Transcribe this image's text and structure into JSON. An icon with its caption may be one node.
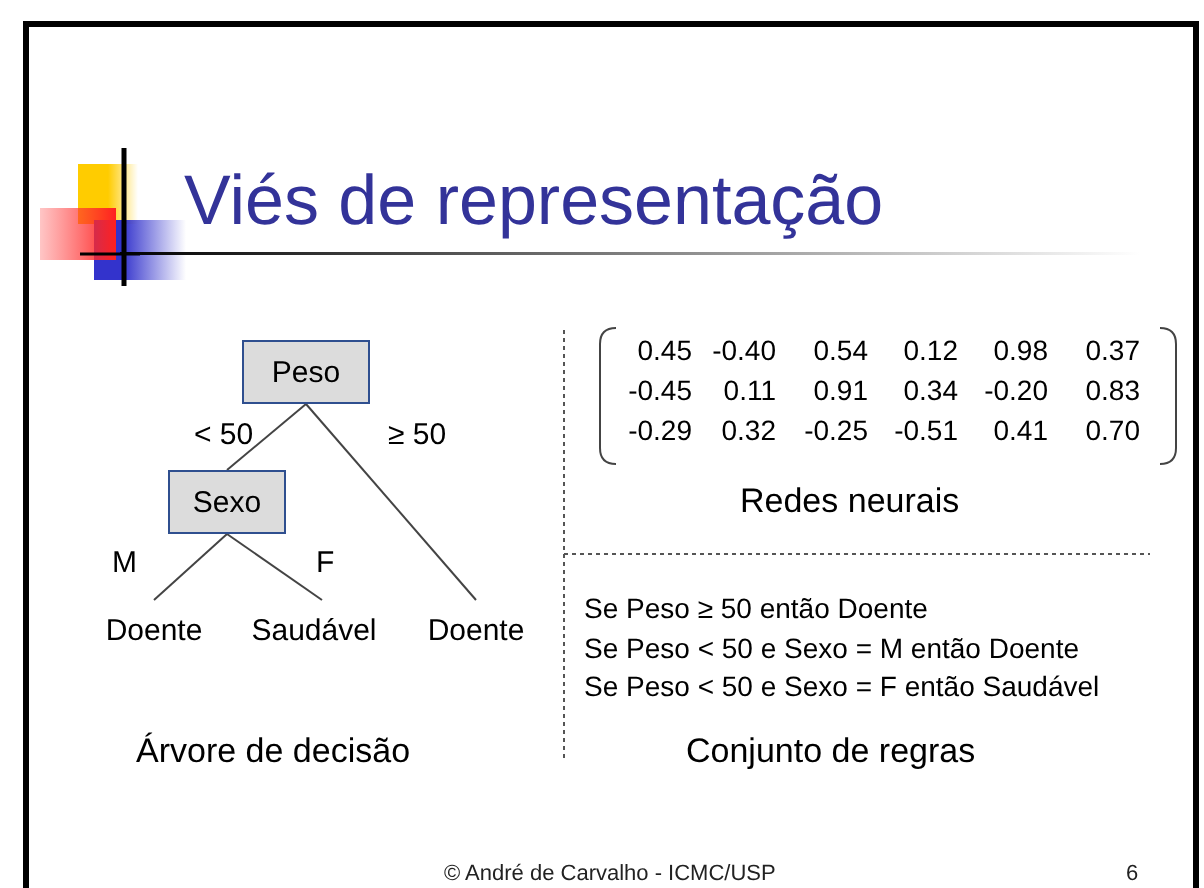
{
  "diagram": {
    "title": "Viés de representação",
    "nodes": [
      {
        "text": [
          "Peso"
        ]
      },
      {
        "text": [
          "Sexo"
        ]
      },
      {
        "text": [
          "Doente"
        ]
      },
      {
        "text": [
          "Saudável"
        ]
      },
      {
        "text": [
          "Doente"
        ]
      }
    ],
    "edges": [
      {
        "from": 0,
        "to": 1,
        "arrow": "none",
        "label": "< 50"
      },
      {
        "from": 0,
        "to": 4,
        "arrow": "none",
        "label": "≥ 50"
      },
      {
        "from": 1,
        "to": 2,
        "arrow": "none",
        "label": "M"
      },
      {
        "from": 1,
        "to": 3,
        "arrow": "none",
        "label": "F"
      }
    ],
    "labels": [
      "0.45",
      "-0.40",
      "0.54",
      "0.12",
      "0.98",
      "0.37",
      "-0.45",
      "0.11",
      "0.91",
      "0.34",
      "-0.20",
      "0.83",
      "-0.29",
      "0.32",
      "-0.25",
      "-0.51",
      "0.41",
      "0.70",
      "Redes neurais",
      "Se Peso ≥ 50 então Doente",
      "Se Peso < 50 e Sexo = M então Doente",
      "Se Peso < 50 e Sexo = F então Saudável",
      "Árvore de decisão",
      "Conjunto de regras",
      "© André de Carvalho - ICMC/USP",
      "6"
    ]
  }
}
